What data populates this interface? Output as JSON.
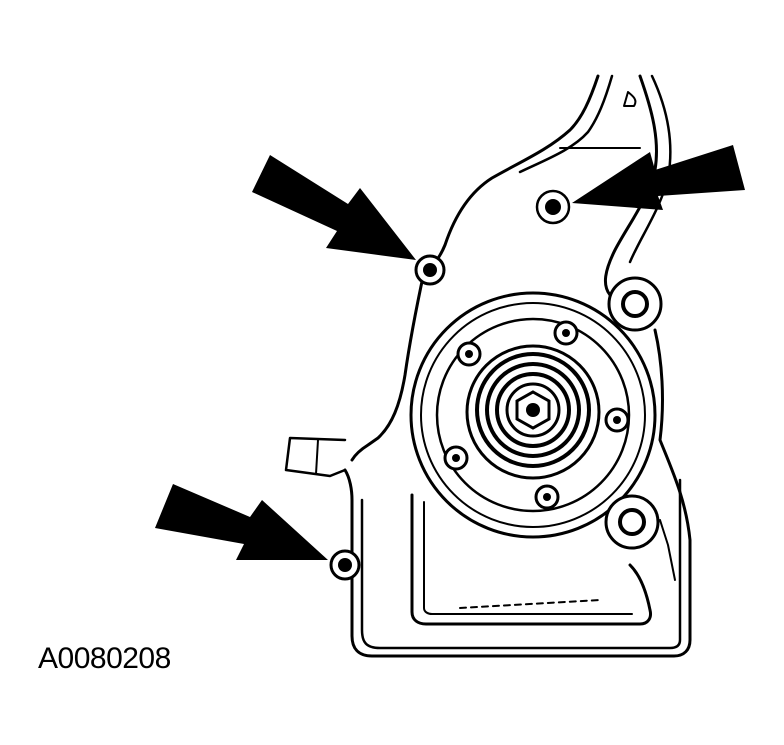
{
  "figure": {
    "id_label": "A0080208"
  },
  "callouts": [
    {
      "name": "upper-left-bolt-arrow",
      "target": "upper-left-bolt"
    },
    {
      "name": "upper-right-bolt-arrow",
      "target": "upper-right-bolt"
    },
    {
      "name": "lower-left-bolt-arrow",
      "target": "lower-left-bolt"
    }
  ]
}
